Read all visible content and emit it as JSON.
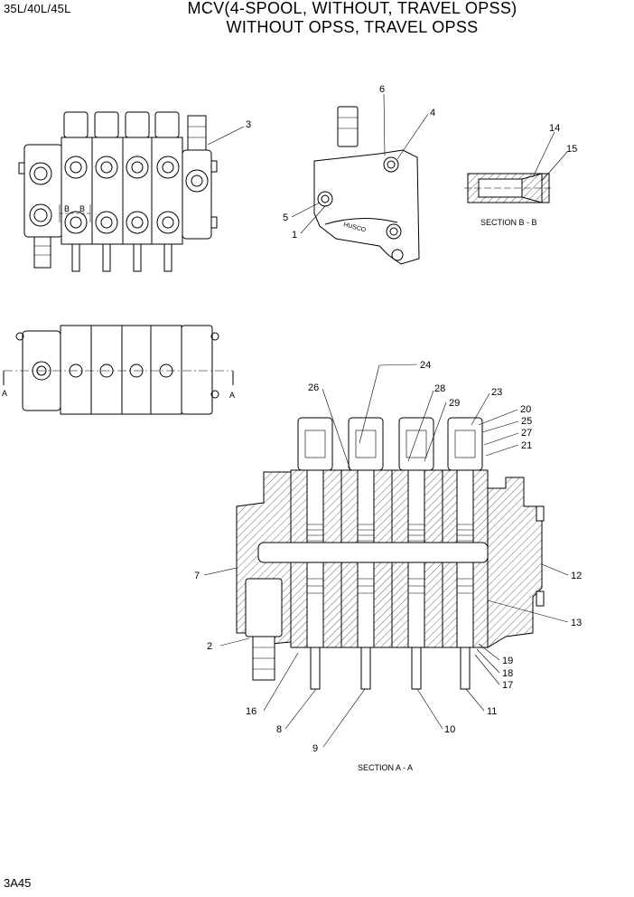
{
  "header": {
    "model": "35L/40L/45L",
    "title_line1": "MCV(4-SPOOL, WITHOUT, TRAVEL OPSS)",
    "title_line2": "WITHOUT OPSS, TRAVEL OPSS"
  },
  "footer": {
    "page_code": "3A45"
  },
  "views": {
    "section_bb_label": "SECTION B - B",
    "section_aa_label": "SECTION A - A",
    "cut_marker_a": "A",
    "cut_marker_b": "B",
    "nameplate_text": "HUSCO"
  },
  "callouts": {
    "c1": "1",
    "c2": "2",
    "c3": "3",
    "c4": "4",
    "c5": "5",
    "c6": "6",
    "c7": "7",
    "c8": "8",
    "c9": "9",
    "c10": "10",
    "c11": "11",
    "c12": "12",
    "c13": "13",
    "c14": "14",
    "c15": "15",
    "c16": "16",
    "c17": "17",
    "c18": "18",
    "c19": "19",
    "c20": "20",
    "c21": "21",
    "c23": "23",
    "c24": "24",
    "c25": "25",
    "c26": "26",
    "c27": "27",
    "c28": "28",
    "c29": "29"
  }
}
